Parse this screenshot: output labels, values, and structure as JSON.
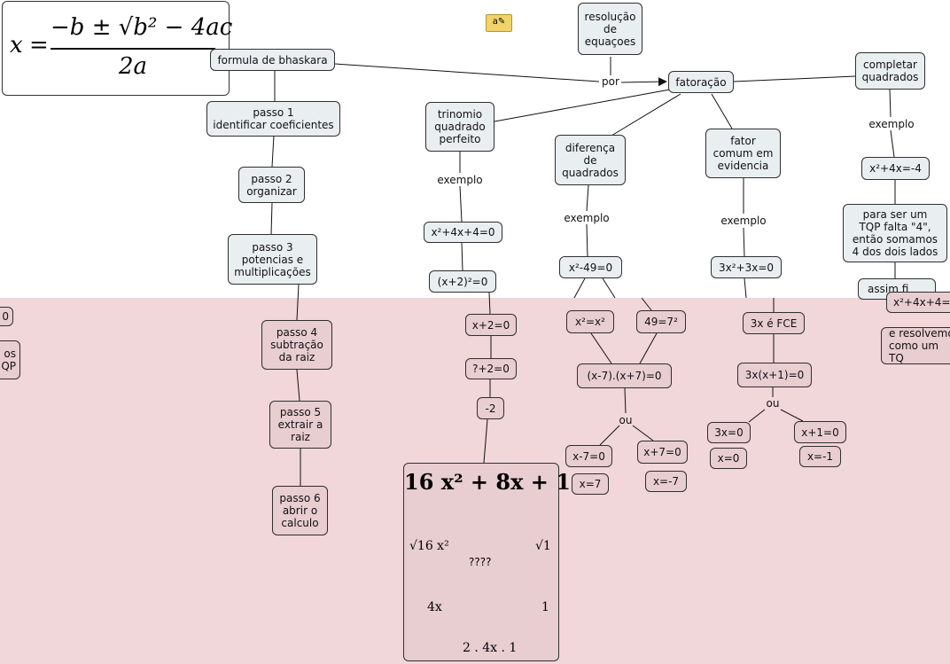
{
  "formula": {
    "x": "x",
    "eq": "=",
    "numerator": "−b ± √b² − 4ac",
    "denominator": "2a"
  },
  "nodes": {
    "bhaskara": "formula de bhaskara",
    "resolucao": "resolução\nde\nequaçoes",
    "fatoracao": "fatoração",
    "completar": "completar\nquadrados",
    "passo1": "passo 1\nidentificar coeficientes",
    "passo2": "passo 2\norganizar",
    "passo3": "passo 3\npotencias e\nmultiplicações",
    "passo4": "passo 4\nsubtração\nda raiz",
    "passo5": "passo 5\nextrair a\nraiz",
    "passo6": "passo 6\nabrir o\ncalculo",
    "trinomio": "trinomio\nquadrado\nperfeito",
    "tqp_eq1": "x²+4x+4=0",
    "tqp_eq2": "(x+2)²=0",
    "tqp_eq3": "x+2=0",
    "tqp_eq4": "?+2=0",
    "tqp_eq5": "-2",
    "diferenca": "diferença\nde\nquadrados",
    "dq_eq1": "x²-49=0",
    "dq_x2": "x²=x²",
    "dq_49": "49=7²",
    "dq_prod": "(x-7).(x+7)=0",
    "dq_a": "x-7=0",
    "dq_b": "x+7=0",
    "dq_a_res": "x=7",
    "dq_b_res": "x=-7",
    "fator": "fator\ncomum em\nevidencia",
    "fc_eq1": "3x²+3x=0",
    "fc_fce": "3x é FCE",
    "fc_prod": "3x(x+1)=0",
    "fc_a": "3x=0",
    "fc_b": "x+1=0",
    "fc_a_res": "x=0",
    "fc_b_res": "x=-1",
    "cq_eq1": "x²+4x=-4",
    "cq_txt": "para ser um\nTQP falta \"4\",\nentão somamos\n4 dos dois lados",
    "cq_assim": "assim fi",
    "cq_eq2": "x²+4x+4=",
    "cq_resolve": "e resolvemo\ncomo um TQ"
  },
  "labels": {
    "por": "por",
    "exemplo_tqp": "exemplo",
    "exemplo_dq": "exemplo",
    "exemplo_fc": "exemplo",
    "exemplo_cq": "exemplo",
    "ou_dq": "ou",
    "ou_fc": "ou"
  },
  "left_fragments": {
    "frag1": "0",
    "frag2": "os\nQP"
  },
  "tqp_diagram": {
    "title": "16 x² + 8x + 1",
    "sqrt_left": "√16 x²",
    "sqrt_right": "√1",
    "question": "????",
    "left_root": "4x",
    "right_root": "1",
    "product": "2 . 4x . 1"
  },
  "icons": {
    "note": "note-icon"
  }
}
